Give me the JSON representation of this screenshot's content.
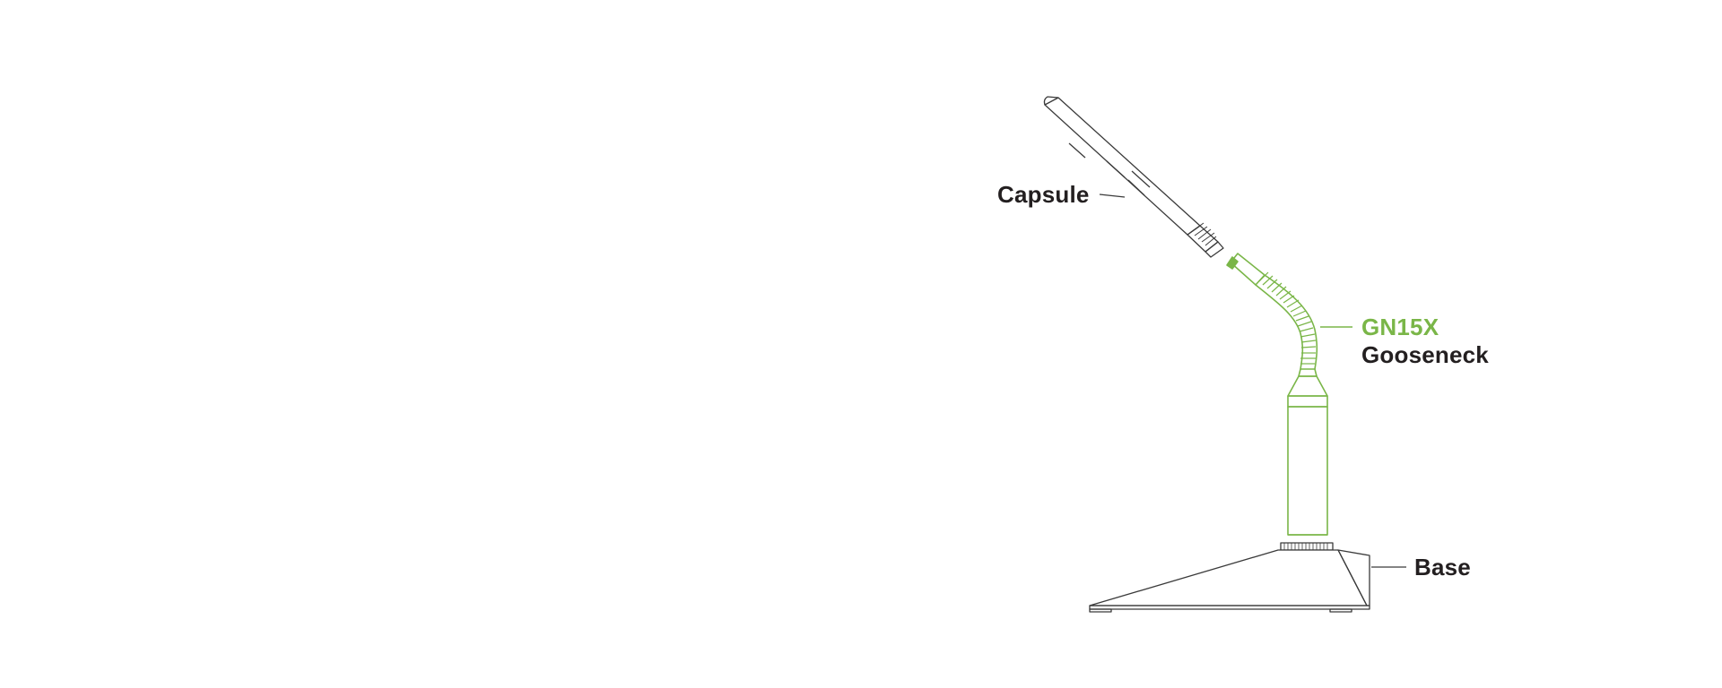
{
  "labels": {
    "capsule": "Capsule",
    "gooseneck_model": "GN15X",
    "gooseneck": "Gooseneck",
    "base": "Base"
  },
  "colors": {
    "line": "#3a3a3a",
    "highlight": "#7ab648",
    "text": "#231f20",
    "background": "#ffffff"
  }
}
